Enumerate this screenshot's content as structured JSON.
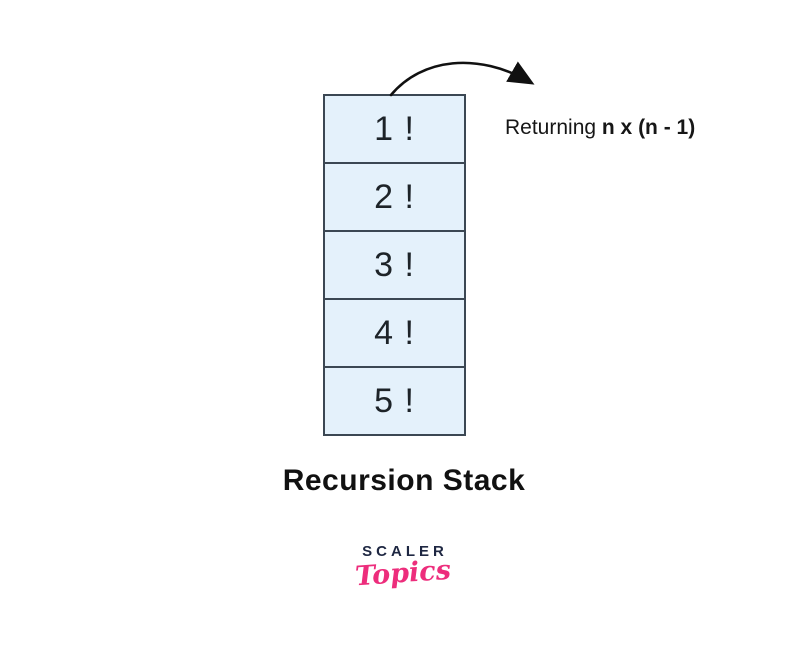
{
  "diagram": {
    "stack": {
      "caption": "Recursion Stack",
      "frames": [
        {
          "label": "1 !"
        },
        {
          "label": "2 !"
        },
        {
          "label": "3 !"
        },
        {
          "label": "4 !"
        },
        {
          "label": "5 !"
        }
      ]
    },
    "annotation": {
      "prefix": "Returning ",
      "expression": "n x (n - 1)"
    },
    "icons": {
      "curved_arrow": "curved-arrow-icon"
    },
    "colors": {
      "frame_fill": "#e4f1fb",
      "frame_border": "#3b4753",
      "arrow": "#111111",
      "text": "#161616"
    }
  },
  "branding": {
    "primary": "SCALER",
    "secondary": "Topics",
    "primary_color": "#1e2742",
    "secondary_color": "#ed2d7c"
  }
}
